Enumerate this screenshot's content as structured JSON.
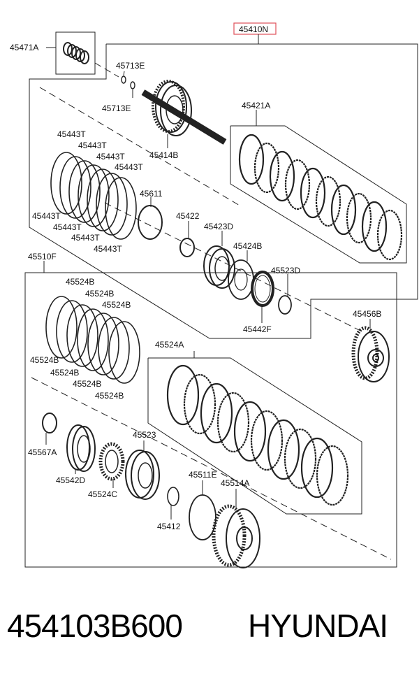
{
  "assembly_label": "45410N",
  "part_labels": {
    "p45471A": "45471A",
    "p45713E_a": "45713E",
    "p45713E_b": "45713E",
    "p45414B": "45414B",
    "p45421A": "45421A",
    "p45443T_1": "45443T",
    "p45443T_2": "45443T",
    "p45443T_3": "45443T",
    "p45443T_4": "45443T",
    "p45443T_5": "45443T",
    "p45443T_6": "45443T",
    "p45443T_7": "45443T",
    "p45443T_8": "45443T",
    "p45611": "45611",
    "p45422": "45422",
    "p45423D": "45423D",
    "p45424B": "45424B",
    "p45523D": "45523D",
    "p45442F": "45442F",
    "p45456B": "45456B",
    "p45510F": "45510F",
    "p45524B_1": "45524B",
    "p45524B_2": "45524B",
    "p45524B_3": "45524B",
    "p45524B_4": "45524B",
    "p45524B_5": "45524B",
    "p45524B_6": "45524B",
    "p45524B_7": "45524B",
    "p45524A": "45524A",
    "p45567A": "45567A",
    "p45542D": "45542D",
    "p45524C": "45524C",
    "p45523": "45523",
    "p45511E": "45511E",
    "p45514A": "45514A",
    "p45412": "45412"
  },
  "colors": {
    "highlight": "#e0505a",
    "ink": "#222222"
  },
  "footer": {
    "part_number": "454103B600",
    "brand": "HYUNDAI"
  }
}
